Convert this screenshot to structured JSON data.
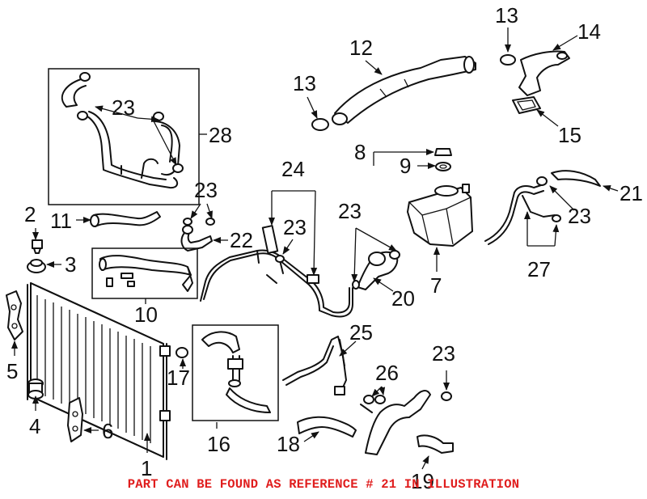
{
  "footnote": "PART CAN BE FOUND AS REFERENCE # 21 IN ILLUSTRATION",
  "accent_color": "#e01e1e",
  "callouts": [
    {
      "id": "c1",
      "text": "1"
    },
    {
      "id": "c2",
      "text": "2"
    },
    {
      "id": "c3",
      "text": "3"
    },
    {
      "id": "c4",
      "text": "4"
    },
    {
      "id": "c5",
      "text": "5"
    },
    {
      "id": "c6",
      "text": "6"
    },
    {
      "id": "c7",
      "text": "7"
    },
    {
      "id": "c8",
      "text": "8"
    },
    {
      "id": "c9",
      "text": "9"
    },
    {
      "id": "c10",
      "text": "10"
    },
    {
      "id": "c11",
      "text": "11"
    },
    {
      "id": "c12",
      "text": "12"
    },
    {
      "id": "c13a",
      "text": "13"
    },
    {
      "id": "c13b",
      "text": "13"
    },
    {
      "id": "c14",
      "text": "14"
    },
    {
      "id": "c15",
      "text": "15"
    },
    {
      "id": "c16",
      "text": "16"
    },
    {
      "id": "c17",
      "text": "17"
    },
    {
      "id": "c18",
      "text": "18"
    },
    {
      "id": "c19",
      "text": "19"
    },
    {
      "id": "c20",
      "text": "20"
    },
    {
      "id": "c21",
      "text": "21"
    },
    {
      "id": "c22",
      "text": "22"
    },
    {
      "id": "c23a",
      "text": "23"
    },
    {
      "id": "c23b",
      "text": "23"
    },
    {
      "id": "c23c",
      "text": "23"
    },
    {
      "id": "c23d",
      "text": "23"
    },
    {
      "id": "c23e",
      "text": "23"
    },
    {
      "id": "c23f",
      "text": "23"
    },
    {
      "id": "c24",
      "text": "24"
    },
    {
      "id": "c25",
      "text": "25"
    },
    {
      "id": "c26",
      "text": "26"
    },
    {
      "id": "c27",
      "text": "27"
    },
    {
      "id": "c28",
      "text": "28"
    }
  ]
}
